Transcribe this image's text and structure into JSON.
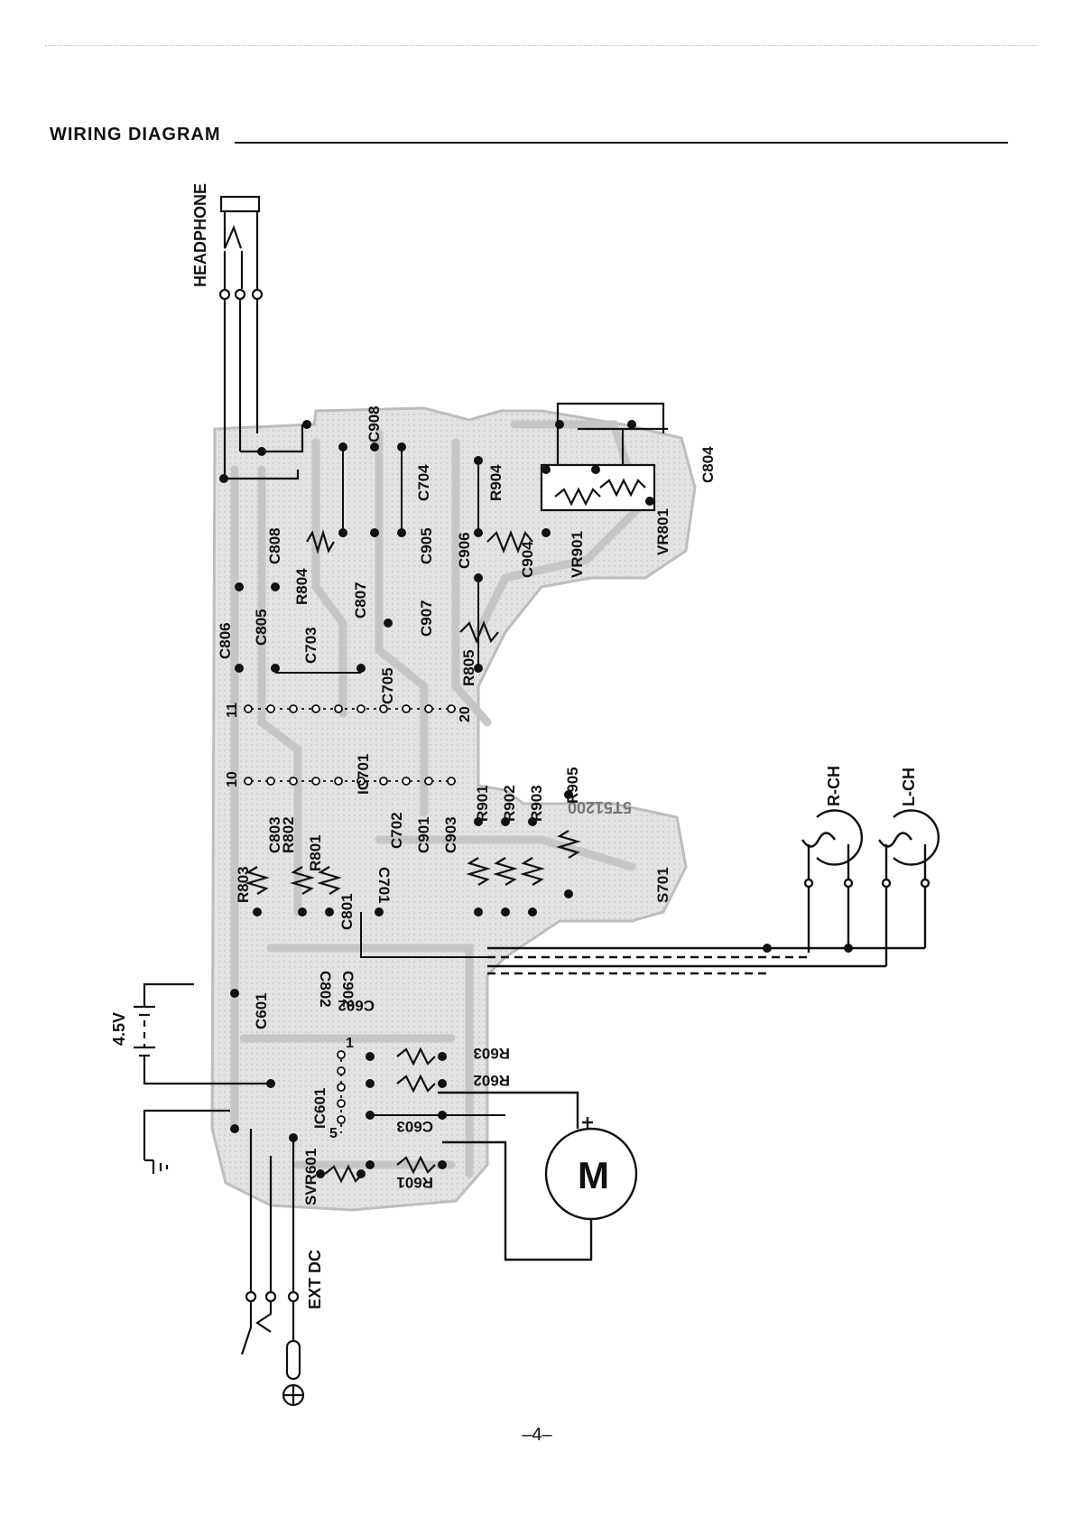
{
  "header": {
    "title": "WIRING DIAGRAM"
  },
  "labels": {
    "headphone": "HEADPHONE",
    "battery": "4.5V",
    "ext_dc": "EXT DC",
    "r_ch": "R-CH",
    "l_ch": "L-CH",
    "motor": "M",
    "pcb_number": "5T51200",
    "ic_pins": [
      "1",
      "5",
      "10",
      "11",
      "20"
    ],
    "components": {
      "C908": "C908",
      "C704": "C704",
      "R904": "R904",
      "C804": "C804",
      "VR801": "VR801",
      "VR901": "VR901",
      "C904": "C904",
      "C906": "C906",
      "C905": "C905",
      "C907": "C907",
      "C808": "C808",
      "R804": "R804",
      "C807": "C807",
      "C805": "C805",
      "C806": "C806",
      "C703": "C703",
      "C705": "C705",
      "R805": "R805",
      "IC701": "IC701",
      "R905": "R905",
      "R903": "R903",
      "R902": "R902",
      "R901": "R901",
      "C903": "C903",
      "C901": "C901",
      "C702": "C702",
      "C701": "C701",
      "R803": "R803",
      "C803": "C803",
      "R802": "R802",
      "R801": "R801",
      "C801": "C801",
      "C802": "C802",
      "C902": "C902",
      "S701": "S701",
      "C601": "C601",
      "C602": "C602",
      "IC601": "IC601",
      "R603": "R603",
      "R602": "R602",
      "C603": "C603",
      "R601": "R601",
      "SVR601": "SVR601"
    }
  },
  "page_number": "–4–",
  "colors": {
    "ink": "#111111",
    "copper": "#c6c6c6",
    "board": "#e6e6e6"
  }
}
